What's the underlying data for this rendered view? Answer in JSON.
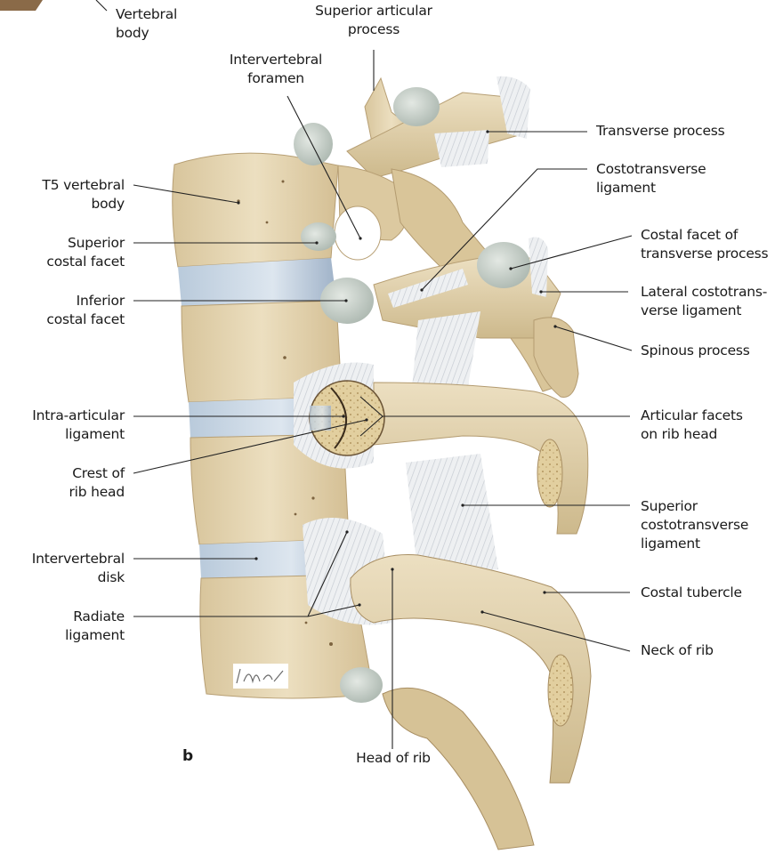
{
  "figure": {
    "panel_letter": "b",
    "signature": "K. Wesker",
    "colors": {
      "bone": "#e8d9b8",
      "bone_shadow": "#c9b48a",
      "bone_dark": "#a88e62",
      "cartilage": "#c9d2cc",
      "disk": "#c3d3e2",
      "ligament": "#eef0f2",
      "cancellous": "#d9c394",
      "leader_line": "#222222"
    }
  },
  "labels": {
    "vertebral_body_top": "Vertebral\nbody",
    "superior_articular_process": "Superior articular\nprocess",
    "intervertebral_foramen": "Intervertebral\nforamen",
    "transverse_process": "Transverse process",
    "costotransverse_ligament": "Costotransverse\nligament",
    "t5_vertebral_body": "T5 vertebral\nbody",
    "superior_costal_facet": "Superior\ncostal facet",
    "costal_facet_of_transverse_process": "Costal facet of\ntransverse process",
    "inferior_costal_facet": "Inferior\ncostal facet",
    "lateral_costotransverse_ligament": "Lateral costotrans-\nverse ligament",
    "spinous_process": "Spinous process",
    "intra_articular_ligament": "Intra-articular\nligament",
    "articular_facets_on_rib_head": "Articular facets\non rib head",
    "crest_of_rib_head": "Crest of\nrib head",
    "superior_costotransverse_ligament": "Superior\ncostotransverse\nligament",
    "intervertebral_disk": "Intervertebral\ndisk",
    "costal_tubercle": "Costal tubercle",
    "radiate_ligament": "Radiate\nligament",
    "neck_of_rib": "Neck of rib",
    "head_of_rib": "Head of rib"
  }
}
